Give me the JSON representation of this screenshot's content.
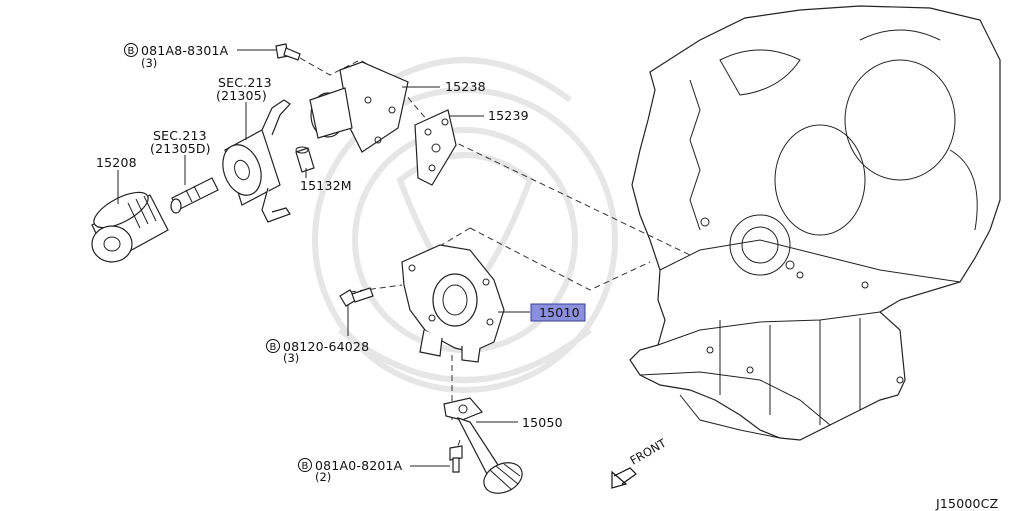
{
  "diagram": {
    "title_code": "J15000CZ",
    "front_label": "FRONT",
    "parts": [
      {
        "id": "p-081a8",
        "number": "081A8-8301A",
        "prefix": "B",
        "qty": "(3)"
      },
      {
        "id": "p-sec213a",
        "number": "SEC.213",
        "sub": "(21305)"
      },
      {
        "id": "p-sec213b",
        "number": "SEC.213",
        "sub": "(21305D)"
      },
      {
        "id": "p-15208",
        "number": "15208"
      },
      {
        "id": "p-15238",
        "number": "15238"
      },
      {
        "id": "p-15239",
        "number": "15239"
      },
      {
        "id": "p-15132m",
        "number": "15132M"
      },
      {
        "id": "p-15010",
        "number": "15010",
        "highlighted": true
      },
      {
        "id": "p-08120",
        "number": "08120-64028",
        "prefix": "B",
        "qty": "(3)"
      },
      {
        "id": "p-15050",
        "number": "15050"
      },
      {
        "id": "p-081a0",
        "number": "081A0-8201A",
        "prefix": "B",
        "qty": "(2)"
      }
    ]
  },
  "colors": {
    "highlight": "#8b8fdc",
    "line": "#222222",
    "watermark": "#e6e6e6"
  }
}
